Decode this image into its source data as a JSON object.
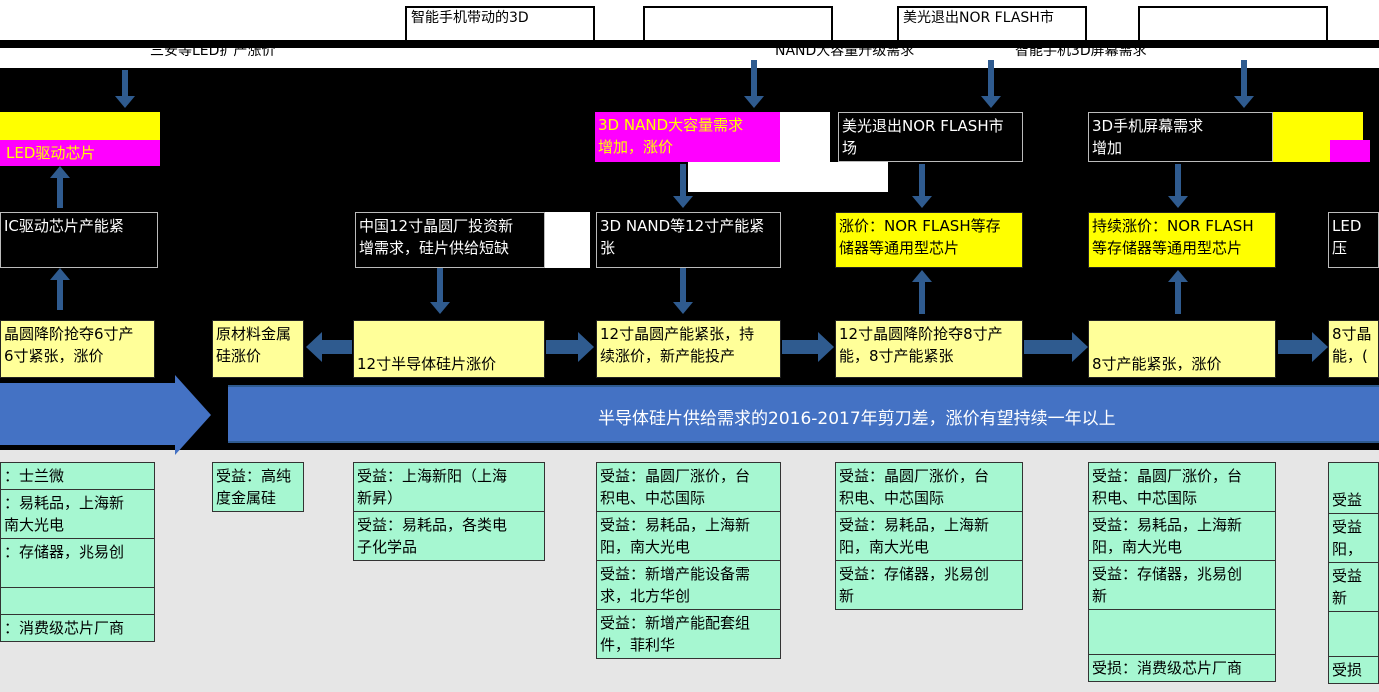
{
  "top_labels": {
    "t1": "智能手机带动的3D",
    "t2": "美光退出NOR FLASH市",
    "t3": "NAND大容量升级需求",
    "t4": "智能手机3D屏幕需求",
    "t5": "三安等LED扩产涨价"
  },
  "row2": {
    "magenta_left": "LED驱动芯片",
    "nand_mag": "3D NAND大容量需求\n增加，涨价",
    "nor_mag": "美光退出NOR FLASH市\n场",
    "screen_mag": "3D手机屏幕需求\n增加"
  },
  "row3": {
    "a": "IC驱动芯片产能紧",
    "b": "中国12寸晶圆厂投资新\n增需求，硅片供给短缺",
    "c": "3D NAND等12寸产能紧\n张",
    "d": "涨价：NOR FLASH等存\n储器等通用型芯片",
    "e": "持续涨价：NOR FLASH\n等存储器等通用型芯片",
    "f": "LED\n压"
  },
  "row4": {
    "a": "晶圆降阶抢夺6寸产\n6寸紧张，涨价",
    "b": "原材料金属\n硅涨价",
    "c": "12寸半导体硅片涨价",
    "d": "12寸晶圆产能紧张，持\n续涨价，新产能投产",
    "e": "12寸晶圆降阶抢夺8寸产\n能，8寸产能紧张",
    "f": "8寸产能紧张，涨价",
    "g": "8寸晶\n能，("
  },
  "band": {
    "text": "半导体硅片供给需求的2016-2017年剪刀差，涨价有望持续一年以上"
  },
  "benefits": {
    "col0": [
      "：士兰微",
      "：易耗品，上海新\n南大光电",
      "：存储器，兆易创",
      "",
      "：消费级芯片厂商"
    ],
    "col1": [
      "受益：高纯\n度金属硅"
    ],
    "col2": [
      "受益：上海新阳（上海\n新昇）",
      "受益：易耗品，各类电\n子化学品"
    ],
    "col3": [
      "受益：晶圆厂涨价，台\n积电、中芯国际",
      "受益：易耗品，上海新\n阳，南大光电",
      "受益：新增产能设备需\n求，北方华创",
      "受益：新增产能配套组\n件，菲利华"
    ],
    "col4": [
      "受益：晶圆厂涨价，台\n积电、中芯国际",
      "受益：易耗品，上海新\n阳，南大光电",
      "受益：存储器，兆易创\n新"
    ],
    "col5": [
      "受益：晶圆厂涨价，台\n积电、中芯国际",
      "受益：易耗品，上海新\n阳，南大光电",
      "受益：存储器，兆易创\n新",
      "",
      "受损：消费级芯片厂商"
    ],
    "col6": [
      "受益",
      "受益\n阳，",
      "受益\n新",
      "",
      "受损"
    ]
  },
  "colors": {
    "yellow": "#ffff99",
    "bright_yellow": "#ffff00",
    "magenta": "#ff00ff",
    "green": "#a6f7d1",
    "arrow_blue": "#2f5b8f",
    "band_blue": "#4472c4"
  }
}
